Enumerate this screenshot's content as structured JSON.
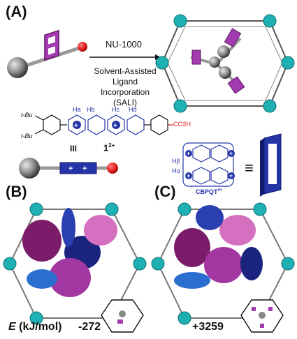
{
  "panels": {
    "a_label": "(A)",
    "b_label": "(B)",
    "c_label": "(C)"
  },
  "reaction": {
    "reagent": "NU-1000",
    "method_lines": [
      "Solvent-Assisted",
      "Ligand",
      "Incorporation",
      "(SALI)"
    ]
  },
  "molecule": {
    "tbu_top": "t-Bu",
    "tbu_bottom": "t-Bu",
    "h_labels": [
      "Ha",
      "Hb",
      "Hc",
      "Hd"
    ],
    "acid": "CO2H",
    "dumbbell_label": "1",
    "charge": "2+",
    "triple_bar": "III",
    "ring_name": "CBPQT",
    "ring_charge": "4+",
    "ring_h_labels": [
      "Hβ",
      "Hα"
    ],
    "equiv": "≡"
  },
  "energies": {
    "label_e": "E",
    "label_unit": "(kJ/mol)",
    "value_b": "-272",
    "value_c": "+3259"
  },
  "colors": {
    "purple": "#8b2d9c",
    "blue": "#2535a8",
    "red": "#e11b1b",
    "gray": "#6d6d6d",
    "teal": "#1fb0b3"
  }
}
